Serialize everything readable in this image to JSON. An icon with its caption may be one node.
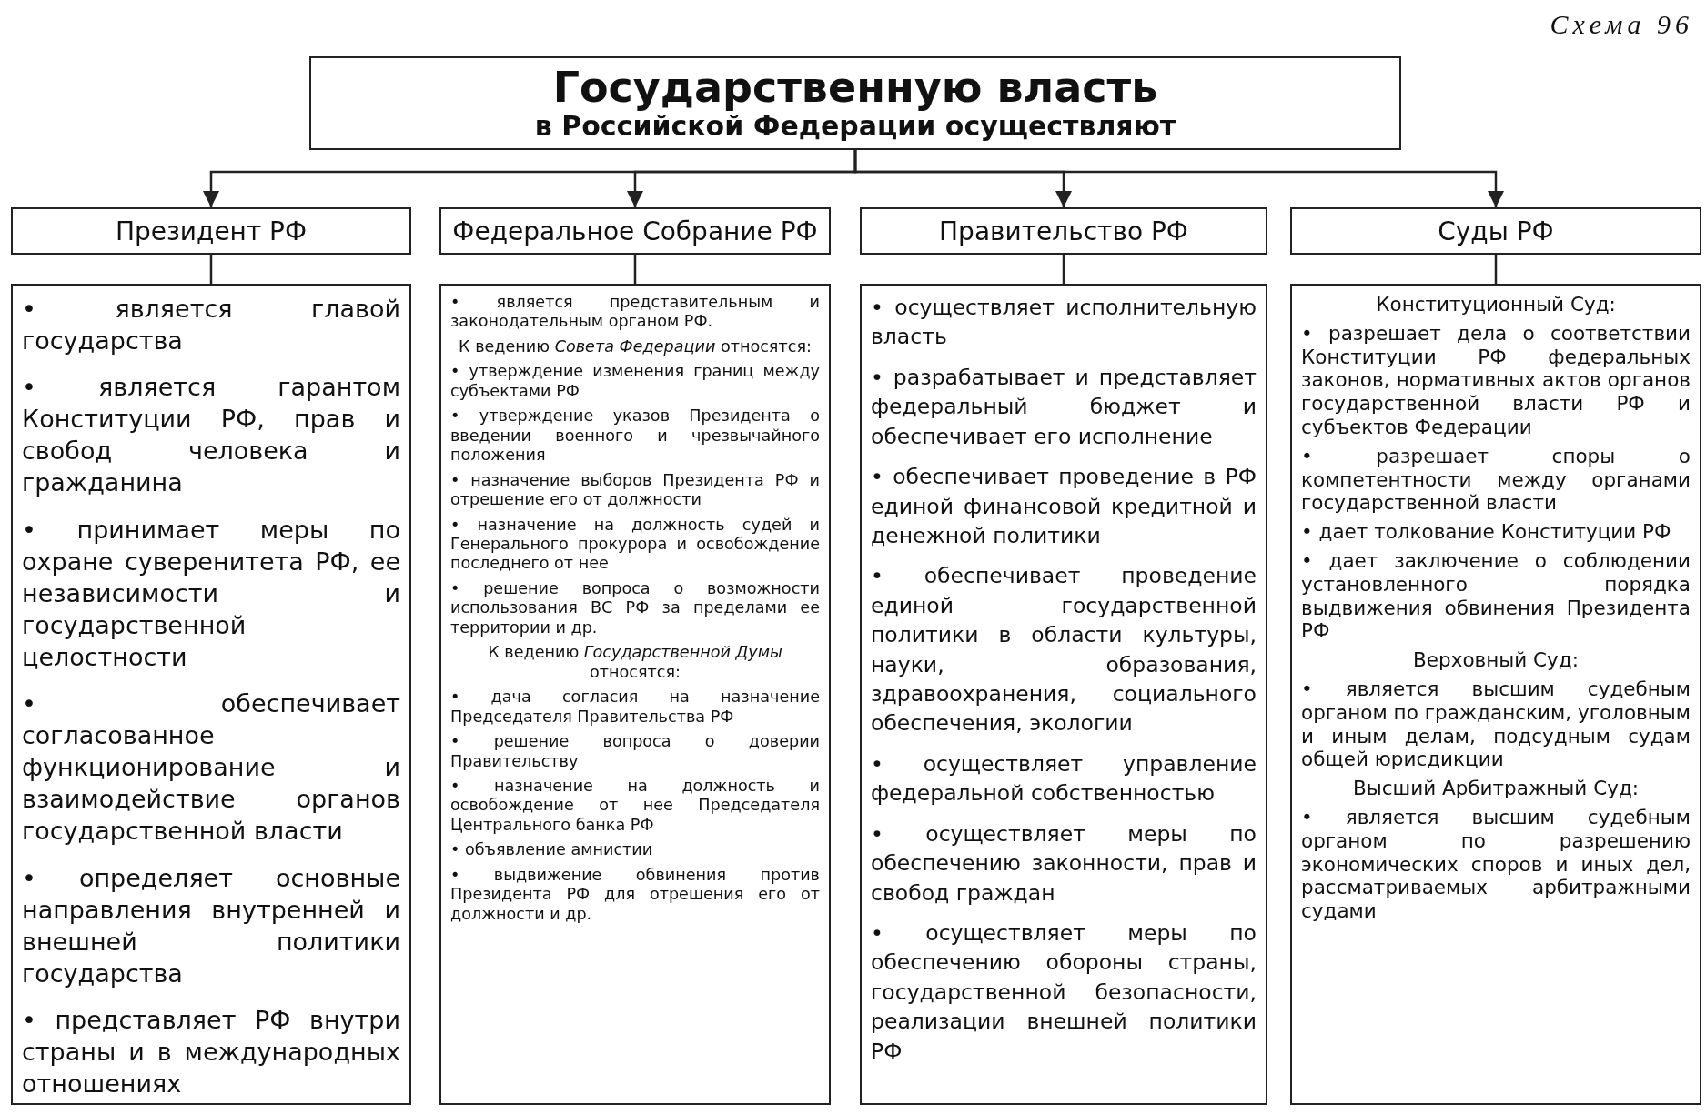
{
  "diagram": {
    "nodes": [
      {
        "text": [
          "Государственную власть",
          "в Российской Федерации осуществляют"
        ]
      },
      {
        "text": [
          "Президент РФ"
        ]
      },
      {
        "text": [
          "Федеральное Собрание РФ"
        ]
      },
      {
        "text": [
          "Правительство РФ"
        ]
      },
      {
        "text": [
          "Суды РФ"
        ]
      },
      {
        "text": [
          "• является главой государства",
          "• является гарантом Конституции РФ, прав и свобод человека и гражданина",
          "• принимает меры по охране суверенитета РФ, ее независимости и государственной целостности",
          "• обеспечивает согласованное функционирование и взаимодействие органов государственной власти",
          "• определяет основные направления внутренней и внешней политики государства",
          "• представляет РФ внутри страны и в международных отношениях"
        ]
      },
      {
        "text": [
          "• является представительным и законодательным органом РФ.",
          "К ведению *Совета Федерации* относятся:",
          "• утверждение изменения границ между субъектами РФ",
          "• утверждение указов Президента о введении военного и чрезвычайного положения",
          "• назначение выборов Президента РФ и отрешение его от должности",
          "• назначение на должность судей и Генерального прокурора и освобождение последнего от нее",
          "• решение вопроса о возможности использования ВС РФ за пределами ее территории и др.",
          "К ведению *Государственной Думы* относятся:",
          "• дача согласия на назначение Председателя Правительства РФ",
          "• решение вопроса о доверии Правительству",
          "• назначение на должность и освобождение от нее Председателя Центрального банка РФ",
          "• объявление амнистии",
          "• выдвижение обвинения против Президента РФ для отрешения его от должности и др."
        ]
      },
      {
        "text": [
          "• осуществляет исполнительную власть",
          "• разрабатывает и представляет федеральный бюджет и обеспечивает его исполнение",
          "• обеспечивает проведение в РФ единой финансовой кредитной и денежной политики",
          "• обеспечивает проведение единой государственной политики в области культуры, науки, образования, здравоохранения, социального обеспечения, экологии",
          "• осуществляет управление федеральной собственностью",
          "• осуществляет меры по обеспечению законности, прав и свобод граждан",
          "• осуществляет меры по обеспечению обороны страны, государственной безопасности, реализации внешней политики РФ"
        ]
      },
      {
        "text": [
          "Конституционный Суд:",
          "• разрешает дела о соответствии Конституции РФ федеральных законов, нормативных актов органов государственной власти РФ и субъектов Федерации",
          "• разрешает споры о компетентности между органами государственной власти",
          "• дает толкование Конституции РФ",
          "• дает заключение о соблюдении установленного порядка выдвижения обвинения Президента РФ",
          "Верховный Суд:",
          "• является высшим судебным органом по гражданским, уголовным и иным делам, подсудным судам общей юрисдикции",
          "Высший Арбитражный Суд:",
          "• является высшим судебным органом по разрешению экономических споров и иных дел, рассматриваемых арбитражными судами"
        ]
      }
    ],
    "edges": [
      {
        "from": 0,
        "to": 1,
        "arrow": "to"
      },
      {
        "from": 0,
        "to": 2,
        "arrow": "to"
      },
      {
        "from": 0,
        "to": 3,
        "arrow": "to"
      },
      {
        "from": 0,
        "to": 4,
        "arrow": "to"
      },
      {
        "from": 1,
        "to": 5,
        "arrow": "none"
      },
      {
        "from": 2,
        "to": 6,
        "arrow": "none"
      },
      {
        "from": 3,
        "to": 7,
        "arrow": "none"
      },
      {
        "from": 4,
        "to": 8,
        "arrow": "none"
      }
    ],
    "labels": [
      "Схема 96"
    ]
  }
}
